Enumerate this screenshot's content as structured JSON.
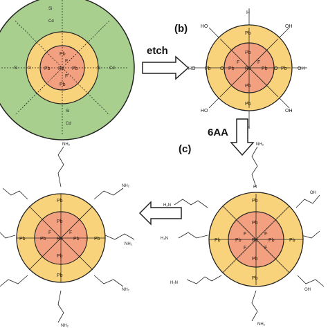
{
  "labels": {
    "b": "(b)",
    "c": "(c)",
    "etch": "etch",
    "six_aa": "6AA"
  },
  "atoms": {
    "pb": "Pb",
    "f": "F",
    "re": "Re",
    "o": "O",
    "si": "Si",
    "cd": "Cd",
    "h": "H",
    "oh": "OH",
    "ho": "HO",
    "nh2": "NH₂",
    "h2n": "H₂N"
  },
  "colors": {
    "shell_green": "#a8cf8e",
    "shell_yellow": "#f9d27c",
    "core_pink": "#f2a07f",
    "line": "#222222"
  }
}
